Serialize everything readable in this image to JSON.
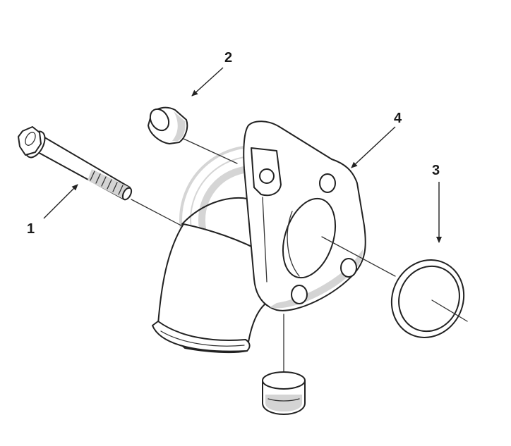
{
  "callouts": {
    "part_1": "1",
    "part_2": "2",
    "part_3": "3",
    "part_4": "4"
  },
  "colors": {
    "line": "#222222",
    "background": "#ffffff",
    "watermark": "#9a9a9a"
  },
  "icons": {
    "watermark": "circular-logo-watermark"
  }
}
